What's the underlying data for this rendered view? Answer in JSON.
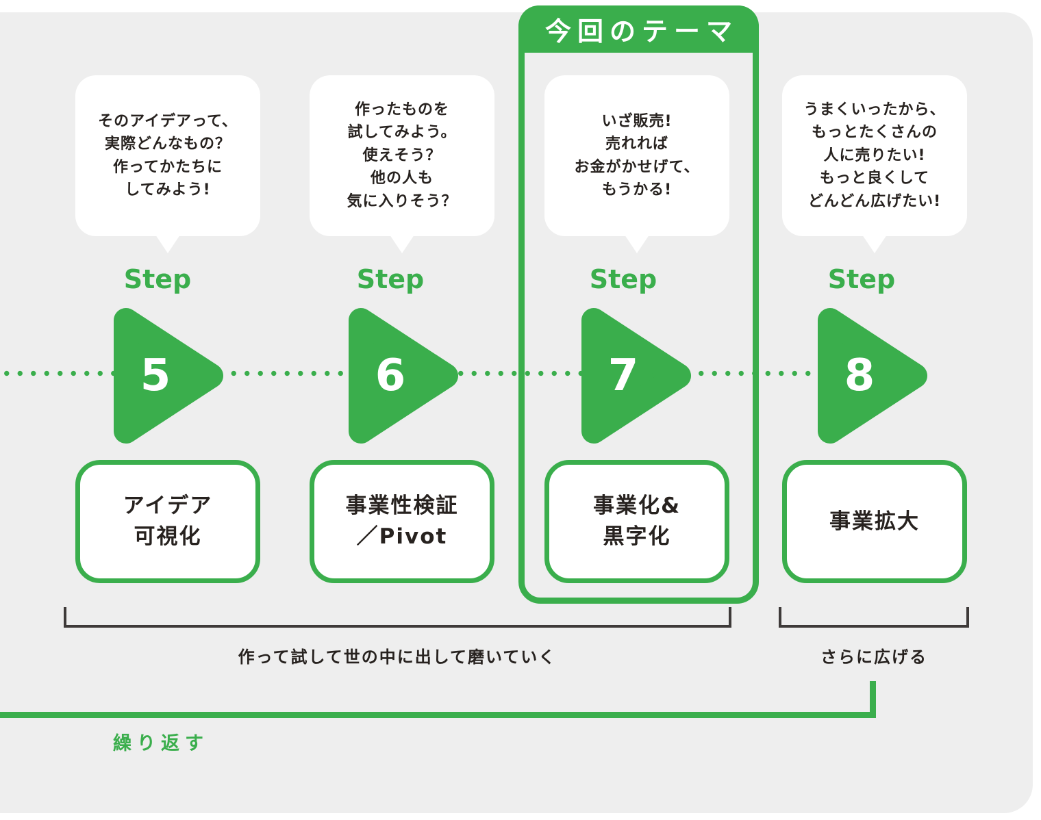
{
  "colors": {
    "accent_green": "#3aae4c",
    "background_gray": "#eeeeee",
    "text_dark": "#27221f",
    "bracket_dark": "#3e3a39"
  },
  "theme_badge": {
    "label": "今回のテーマ"
  },
  "steps": [
    {
      "label": "Step",
      "number": "5",
      "bubble_lines": [
        "そのアイデアって、",
        "実際どんなもの？",
        "作ってかたちに",
        "してみよう!"
      ],
      "box_lines": [
        "アイデア",
        "可視化"
      ]
    },
    {
      "label": "Step",
      "number": "6",
      "bubble_lines": [
        "作ったものを",
        "試してみよう。",
        "使えそう？",
        "他の人も",
        "気に入りそう？"
      ],
      "box_lines": [
        "事業性検証",
        "／Pivot"
      ]
    },
    {
      "label": "Step",
      "number": "7",
      "bubble_lines": [
        "いざ販売!",
        "売れれば",
        "お金がかせげて、",
        "もうかる!"
      ],
      "box_lines": [
        "事業化&",
        "黒字化"
      ]
    },
    {
      "label": "Step",
      "number": "8",
      "bubble_lines": [
        "うまくいったから、",
        "もっとたくさんの",
        "人に売りたい!",
        "もっと良くして",
        "どんどん広げたい!"
      ],
      "box_lines": [
        "事業拡大"
      ]
    }
  ],
  "group_brackets": [
    {
      "label": "作って試して世の中に出して磨いていく"
    },
    {
      "label": "さらに広げる"
    }
  ],
  "repeat": {
    "label": "繰り返す"
  }
}
